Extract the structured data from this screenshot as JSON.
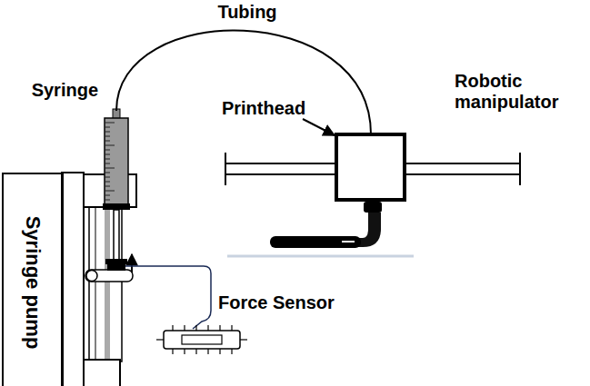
{
  "diagram": {
    "nodes": [
      {
        "text": [
          "Syringe pump"
        ]
      }
    ],
    "labels": [
      "Tubing",
      "Syringe",
      "Printhead",
      "Robotic manipulator",
      "Force Sensor"
    ]
  }
}
